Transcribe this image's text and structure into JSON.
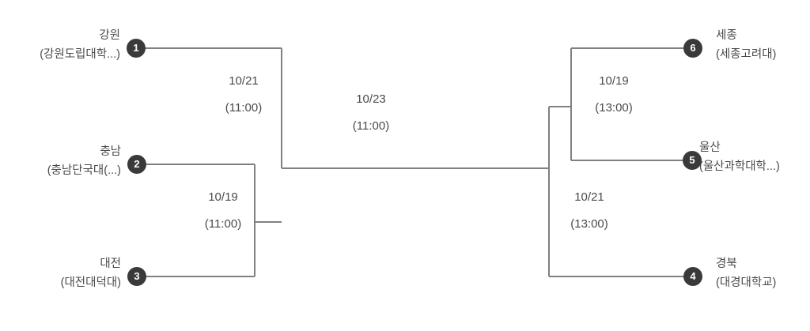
{
  "diagram": {
    "title": "tournament-bracket",
    "line_color": "#808080",
    "badge_color": "#3a3a3a",
    "text_color": "#4a4a4a"
  },
  "teams": [
    {
      "seed": "1",
      "name": "강원",
      "club": "(강원도립대학...)",
      "side": "left"
    },
    {
      "seed": "2",
      "name": "충남",
      "club": "(충남단국대(...)",
      "side": "left"
    },
    {
      "seed": "3",
      "name": "대전",
      "club": "(대전대덕대)",
      "side": "left"
    },
    {
      "seed": "4",
      "name": "경북",
      "club": "(대경대학교)",
      "side": "right"
    },
    {
      "seed": "5",
      "name": "울산",
      "club": "(울산과학대학...)",
      "side": "right"
    },
    {
      "seed": "6",
      "name": "세종",
      "club": "(세종고려대)",
      "side": "right"
    }
  ],
  "matches": [
    {
      "id": "left-upper",
      "date": "10/21",
      "time": "(11:00)"
    },
    {
      "id": "left-lower",
      "date": "10/19",
      "time": "(11:00)"
    },
    {
      "id": "final",
      "date": "10/23",
      "time": "(11:00)"
    },
    {
      "id": "right-upper",
      "date": "10/19",
      "time": "(13:00)"
    },
    {
      "id": "right-lower",
      "date": "10/21",
      "time": "(13:00)"
    }
  ]
}
